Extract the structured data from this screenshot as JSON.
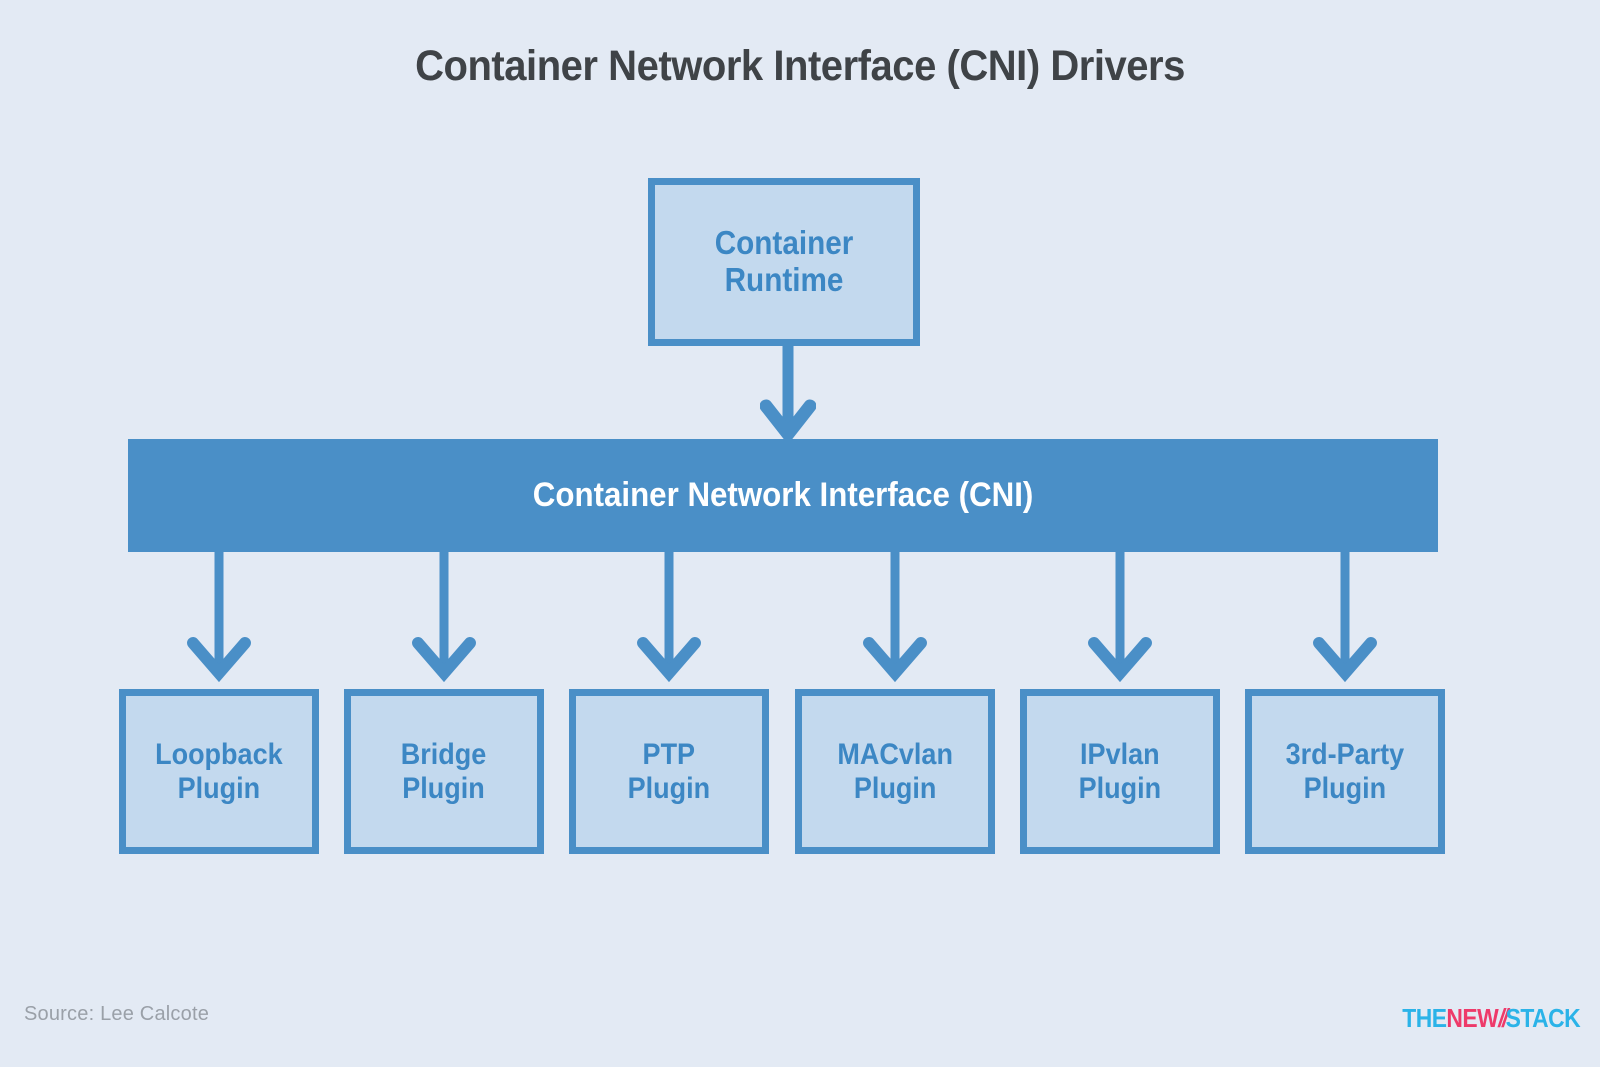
{
  "title": "Container Network Interface (CNI) Drivers",
  "colors": {
    "background": "#e3eaf4",
    "accent_blue": "#4a8fc7",
    "box_fill": "#c3d9ee",
    "box_text": "#3c87c4",
    "title_text": "#3f4347",
    "bar_text": "#ffffff",
    "source_text": "#9aa0a8",
    "logo_cyan": "#2bb3e8",
    "logo_pink": "#ee3a6a"
  },
  "runtime": {
    "label": "Container\nRuntime"
  },
  "cni_bar": {
    "label": "Container Network Interface (CNI)"
  },
  "plugins": [
    {
      "label": "Loopback\nPlugin",
      "name": "loopback"
    },
    {
      "label": "Bridge\nPlugin",
      "name": "bridge"
    },
    {
      "label": "PTP\nPlugin",
      "name": "ptp"
    },
    {
      "label": "MACvlan\nPlugin",
      "name": "macvlan"
    },
    {
      "label": "IPvlan\nPlugin",
      "name": "ipvlan"
    },
    {
      "label": "3rd-Party\nPlugin",
      "name": "3rd-party"
    }
  ],
  "footer": {
    "source": "Source: Lee Calcote",
    "logo": {
      "the": "THE",
      "new": "NEW",
      "slash": "//",
      "stack": "STACK"
    }
  }
}
